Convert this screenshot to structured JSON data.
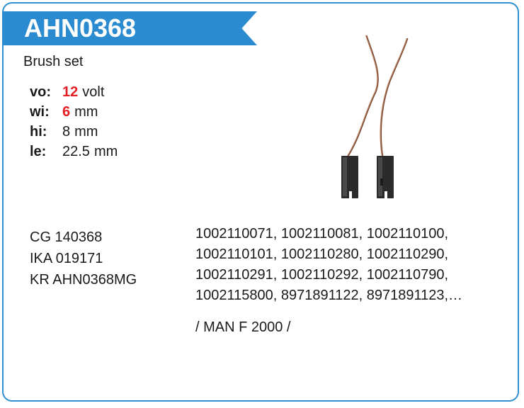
{
  "header": {
    "title": "AHN0368",
    "accent_color": "#2a8bd0"
  },
  "subtitle": "Brush set",
  "specs": [
    {
      "key": "vo:",
      "value": "12",
      "unit": "volt",
      "highlight": true
    },
    {
      "key": "wi:",
      "value": "6",
      "unit": "mm",
      "highlight": true
    },
    {
      "key": "hi:",
      "value": "8",
      "unit": "mm",
      "highlight": false
    },
    {
      "key": "le:",
      "value": "22.5",
      "unit": "mm",
      "highlight": false
    }
  ],
  "references": [
    "CG 140368",
    "IKA 019171",
    "KR AHN0368MG"
  ],
  "oem_lines": [
    "1002110071, 1002110081, 1002110100,",
    "1002110101, 1002110280, 1002110290,",
    "1002110291, 1002110292, 1002110790,",
    "1002115800, 8971891122, 8971891123,…"
  ],
  "application": "/ MAN F 2000 /",
  "image": {
    "icon": "carbon-brush-pair-icon"
  },
  "colors": {
    "highlight": "#e31e24",
    "border": "#2f8fd0"
  }
}
